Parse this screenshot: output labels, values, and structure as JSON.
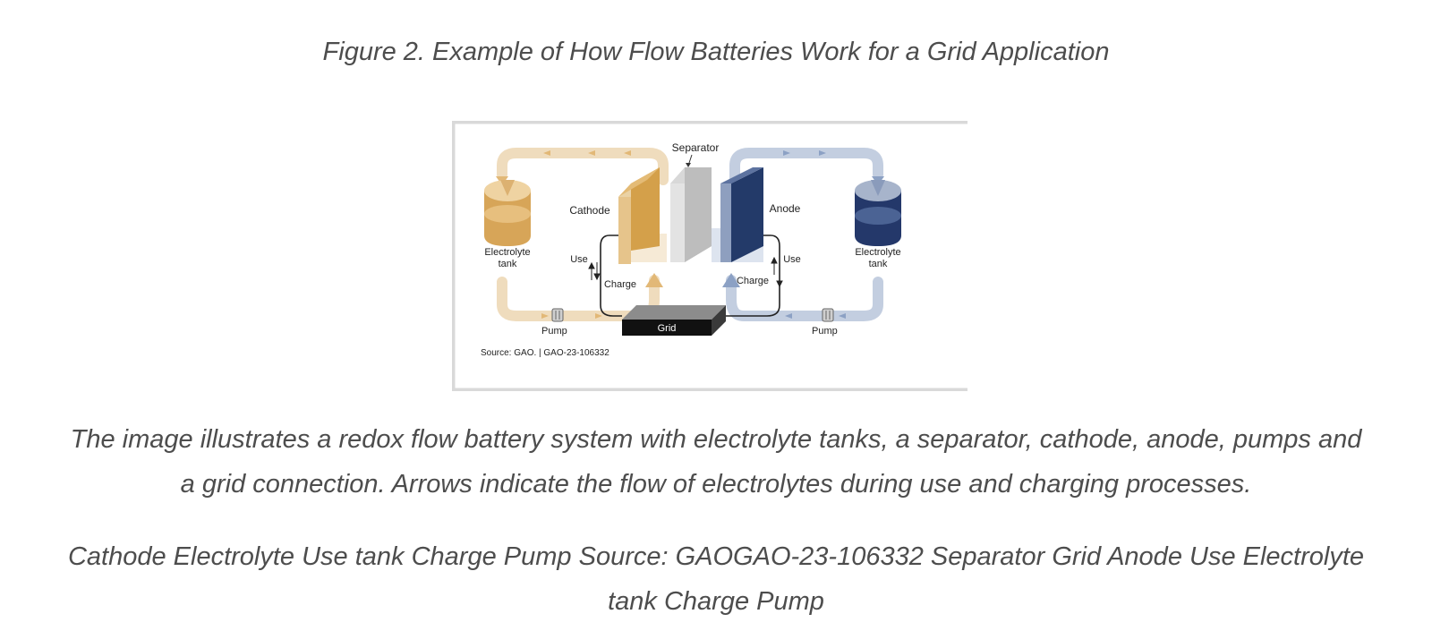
{
  "figure": {
    "title": "Figure 2. Example of How Flow Batteries Work for a Grid Application",
    "labels": {
      "separator": "Separator",
      "cathode": "Cathode",
      "anode": "Anode",
      "left_tank_line1": "Electrolyte",
      "left_tank_line2": "tank",
      "right_tank_line1": "Electrolyte",
      "right_tank_line2": "tank",
      "use_left": "Use",
      "charge_left": "Charge",
      "use_right": "Use",
      "charge_right": "Charge",
      "pump_left": "Pump",
      "pump_right": "Pump",
      "grid": "Grid",
      "source": "Source: GAO.  |  GAO-23-106332"
    },
    "colors": {
      "cathode": "#d4a04a",
      "cathode_flow": "#efdcbd",
      "anode": "#253c6b",
      "anode_flow": "#c3cee0",
      "separator": "#c8c8c8",
      "grid": "#111111",
      "frame": "#d9d9d9"
    }
  },
  "caption": {
    "line1": "The image illustrates a redox flow battery system with electrolyte tanks, a separator, cathode, anode, pumps and",
    "line2": "a grid connection. Arrows indicate the flow of electrolytes during use and charging processes."
  },
  "alt_text": {
    "line1": "Cathode Electrolyte Use tank Charge Pump Source: GAOGAO-23-106332 Separator Grid Anode Use Electrolyte",
    "line2": "tank Charge Pump"
  }
}
